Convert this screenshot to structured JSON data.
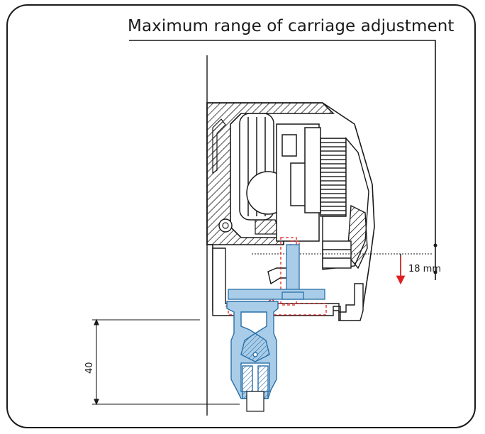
{
  "title": "Maximum range of carriage adjustment",
  "dimension_adjust": "18 mm",
  "dimension_height": "40",
  "colors": {
    "line": "#1a1a1a",
    "part_blue": "#a9cde8",
    "part_blue_stroke": "#2a6fa8",
    "adjust_red": "#e02020"
  }
}
